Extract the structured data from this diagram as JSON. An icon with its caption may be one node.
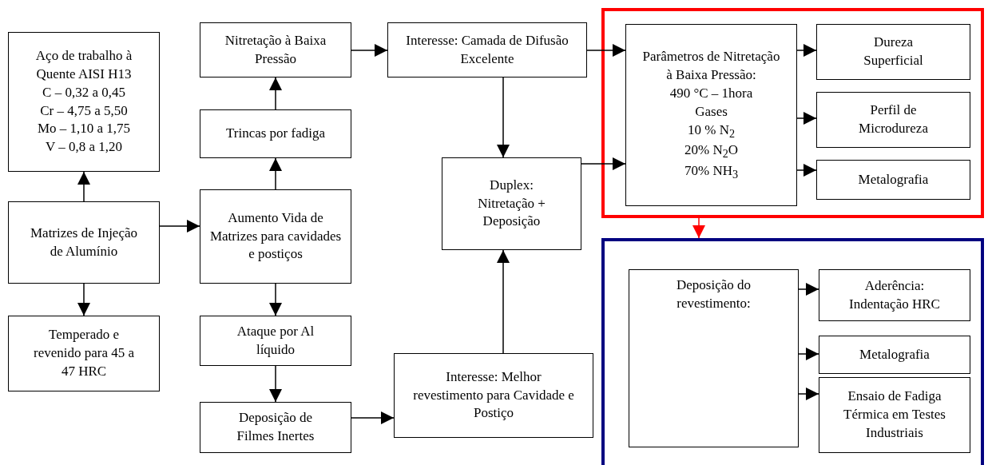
{
  "diagram": {
    "nodes": [
      {
        "text": [
          "Aço de trabalho à Quente AISI H13",
          "C – 0,32 a 0,45",
          "Cr – 4,75 a 5,50",
          "Mo – 1,10 a 1,75",
          "V – 0,8 a 1,20"
        ]
      },
      {
        "text": [
          "Matrizes de Injeção de Alumínio"
        ]
      },
      {
        "text": [
          "Temperado e revenido para 45 a 47 HRC"
        ]
      },
      {
        "text": [
          "Nitretação à Baixa Pressão"
        ]
      },
      {
        "text": [
          "Trincas por fadiga"
        ]
      },
      {
        "text": [
          "Aumento Vida de Matrizes para cavidades e postiços"
        ]
      },
      {
        "text": [
          "Ataque por Al líquido"
        ]
      },
      {
        "text": [
          "Deposição de Filmes Inertes"
        ]
      },
      {
        "text": [
          "Interesse: Camada de Difusão Excelente"
        ]
      },
      {
        "text": [
          "Duplex: Nitretação + Deposição"
        ]
      },
      {
        "text": [
          "Interesse: Melhor revestimento para Cavidade e Postiço"
        ]
      },
      {
        "text": [],
        "shape": "box"
      },
      {
        "text": [
          "Parâmetros de Nitretação à Baixa Pressão:",
          "490 °C – 1hora",
          "Gases",
          "10 % N$_{2}$",
          "20% N$_{2}$O",
          "70% NH$_{3}$"
        ],
        "in": 11
      },
      {
        "text": [
          "Dureza Superficial"
        ],
        "in": 11
      },
      {
        "text": [
          "Perfil de Microdureza"
        ],
        "in": 11
      },
      {
        "text": [
          "Metalografia"
        ],
        "in": 11
      },
      {
        "text": [],
        "shape": "box"
      },
      {
        "text": [
          "Deposição do revestimento:"
        ],
        "in": 16
      },
      {
        "text": [
          "Aderência: Indentação HRC"
        ],
        "in": 16
      },
      {
        "text": [
          "Metalografia"
        ],
        "in": 16
      },
      {
        "text": [
          "Ensaio de Fadiga Térmica em Testes Industriais"
        ],
        "in": 16
      }
    ],
    "edges": [
      {
        "from": 1,
        "to": 0,
        "arrow": "to"
      },
      {
        "from": 1,
        "to": 2,
        "arrow": "to"
      },
      {
        "from": 1,
        "to": 5,
        "arrow": "to"
      },
      {
        "from": 5,
        "to": 4,
        "arrow": "to"
      },
      {
        "from": 4,
        "to": 3,
        "arrow": "to"
      },
      {
        "from": 3,
        "to": 8,
        "arrow": "to"
      },
      {
        "from": 8,
        "to": 9,
        "arrow": "to"
      },
      {
        "from": 8,
        "to": 12,
        "arrow": "to"
      },
      {
        "from": 9,
        "to": 12,
        "arrow": "to"
      },
      {
        "from": 5,
        "to": 6,
        "arrow": "to"
      },
      {
        "from": 6,
        "to": 7,
        "arrow": "to"
      },
      {
        "from": 7,
        "to": 10,
        "arrow": "to"
      },
      {
        "from": 10,
        "to": 9,
        "arrow": "to"
      },
      {
        "from": 12,
        "to": 13,
        "arrow": "to"
      },
      {
        "from": 12,
        "to": 14,
        "arrow": "to"
      },
      {
        "from": 12,
        "to": 15,
        "arrow": "to"
      },
      {
        "from": 11,
        "to": 16,
        "arrow": "to",
        "color": "#ff0000"
      },
      {
        "from": 17,
        "to": 18,
        "arrow": "to"
      },
      {
        "from": 17,
        "to": 19,
        "arrow": "to"
      },
      {
        "from": 17,
        "to": 20,
        "arrow": "to"
      }
    ]
  }
}
